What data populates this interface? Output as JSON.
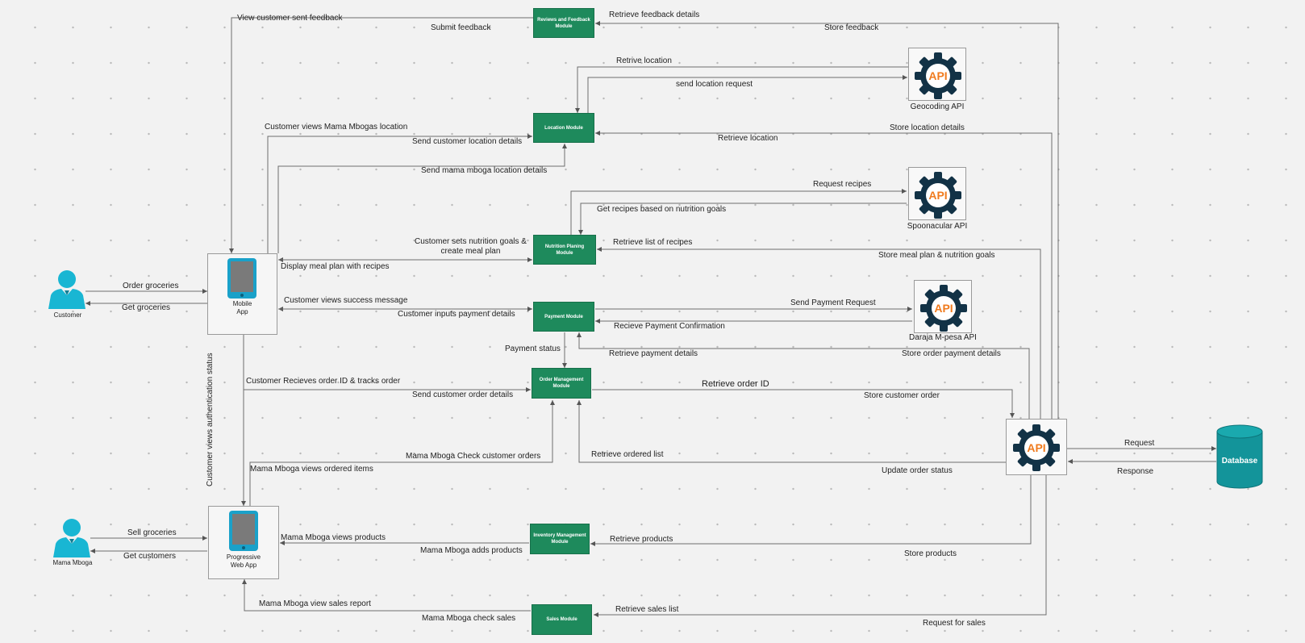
{
  "actors": {
    "customer": "Customer",
    "mama_mboga": "Mama Mboga"
  },
  "apps": {
    "mobile": "Mobile\nApp",
    "pwa": "Progressive\nWeb App"
  },
  "modules": {
    "feedback": "Reviews and Feedback Module",
    "location": "Location Module",
    "nutrition": "Nutrition Planing Module",
    "payment": "Payment Module",
    "order": "Order Management Module",
    "inventory": "Inventory Management Module",
    "sales": "Sales Module"
  },
  "apis": {
    "badge": "API",
    "geocoding": "Geocoding API",
    "spoonacular": "Spoonacular API",
    "daraja": "Daraja M-pesa API"
  },
  "database": "Database",
  "labels": {
    "view_feedback": "View customer sent feedback",
    "submit_feedback": "Submit feedback",
    "retrieve_feedback": "Retrieve  feedback details",
    "store_feedback": "Store feedback",
    "retrive_location": "Retrive location",
    "send_location_request": "send location request",
    "geocoding_caption": "Geocoding API",
    "customer_views_location": "Customer views Mama Mbogas location",
    "send_customer_location": "Send customer location details",
    "retrieve_location": "Retrieve location",
    "store_location": "Store location details",
    "send_mama_location": "Send mama mboga location details",
    "request_recipes": "Request recipes",
    "get_recipes": "Get recipes based on nutrition goals",
    "customer_sets_goals": "Customer sets nutrition goals &\ncreate meal plan",
    "retrieve_recipes": "Retrieve list of recipes",
    "store_meal_plan": "Store meal plan & nutrition goals",
    "display_meal_plan": "Display meal plan with recipes",
    "order_groceries": "Order groceries",
    "get_groceries": "Get groceries",
    "customer_views_success": "Customer views success message",
    "customer_inputs_payment": "Customer inputs payment details",
    "send_payment_request": "Send Payment Request",
    "receive_payment_confirmation": "Recieve Payment Confirmation",
    "payment_status": "Payment status",
    "retrieve_payment": "Retrieve payment details",
    "store_order_payment": "Store order payment details",
    "customer_receives_order": "Customer Recieves order ID & tracks order",
    "send_order_details": "Send customer order details",
    "retrieve_order_id": "Retrieve order ID",
    "store_customer_order": "Store customer order",
    "auth_status": "Customer views authentication status",
    "mama_check_orders": "Mama Mboga Check customer orders",
    "mama_views_ordered": "Mama Mboga views ordered items",
    "retrieve_ordered_list": "Retrieve ordered list",
    "update_order_status": "Update order status",
    "request": "Request",
    "response": "Response",
    "sell_groceries": "Sell groceries",
    "get_customers": "Get customers",
    "mama_views_products": "Mama Mboga views products",
    "mama_adds_products": "Mama Mboga adds products",
    "retrieve_products": "Retrieve products",
    "store_products": "Store products",
    "mama_view_sales": "Mama Mboga view sales report",
    "mama_check_sales": "Mama Mboga check sales",
    "retrieve_sales": "Retrieve sales list",
    "request_sales": "Request for sales"
  },
  "colors": {
    "module_green": "#1e8a5c",
    "actor_cyan": "#19b6d3",
    "database_teal": "#13949a",
    "api_gear": "#123246",
    "api_text": "#f07b1e",
    "arrow": "#666666"
  }
}
